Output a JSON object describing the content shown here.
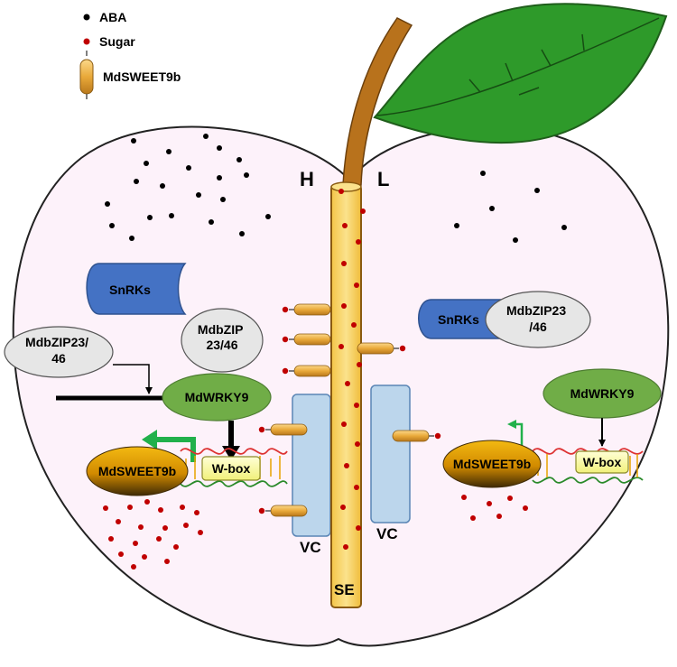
{
  "legend": {
    "aba_label": "ABA",
    "sugar_label": "Sugar",
    "transporter_label": "MdSWEET9b"
  },
  "diagram": {
    "side_high_label": "H",
    "side_low_label": "L",
    "sieve_element_label": "SE",
    "companion_cell_left_label": "VC",
    "companion_cell_right_label": "VC",
    "left_cell": {
      "kinase_label": "SnRKs",
      "bzip_free_label": "MdbZIP23/\n46",
      "bzip_bound_label": "MdbZIP\n23/46",
      "wrky_label": "MdWRKY9",
      "wbox_label": "W-box",
      "gene_label": "MdSWEET9b"
    },
    "right_cell": {
      "kinase_label": "SnRKs",
      "bzip_label": "MdbZIP23\n/46",
      "wrky_label": "MdWRKY9",
      "wbox_label": "W-box",
      "gene_label": "MdSWEET9b"
    }
  },
  "colors": {
    "fruit_fill": "#fdf2fa",
    "leaf": "#2e9a2a",
    "stem": "#b8721c",
    "sieve_tube": "#f7cf5a",
    "companion_cell": "#bcd6ec",
    "snrk": "#4472c4",
    "wrky": "#70ad47",
    "bzip": "#e0e0e0",
    "sugar": "#c00000",
    "aba": "#000000",
    "activation_arrow": "#21b04b"
  }
}
